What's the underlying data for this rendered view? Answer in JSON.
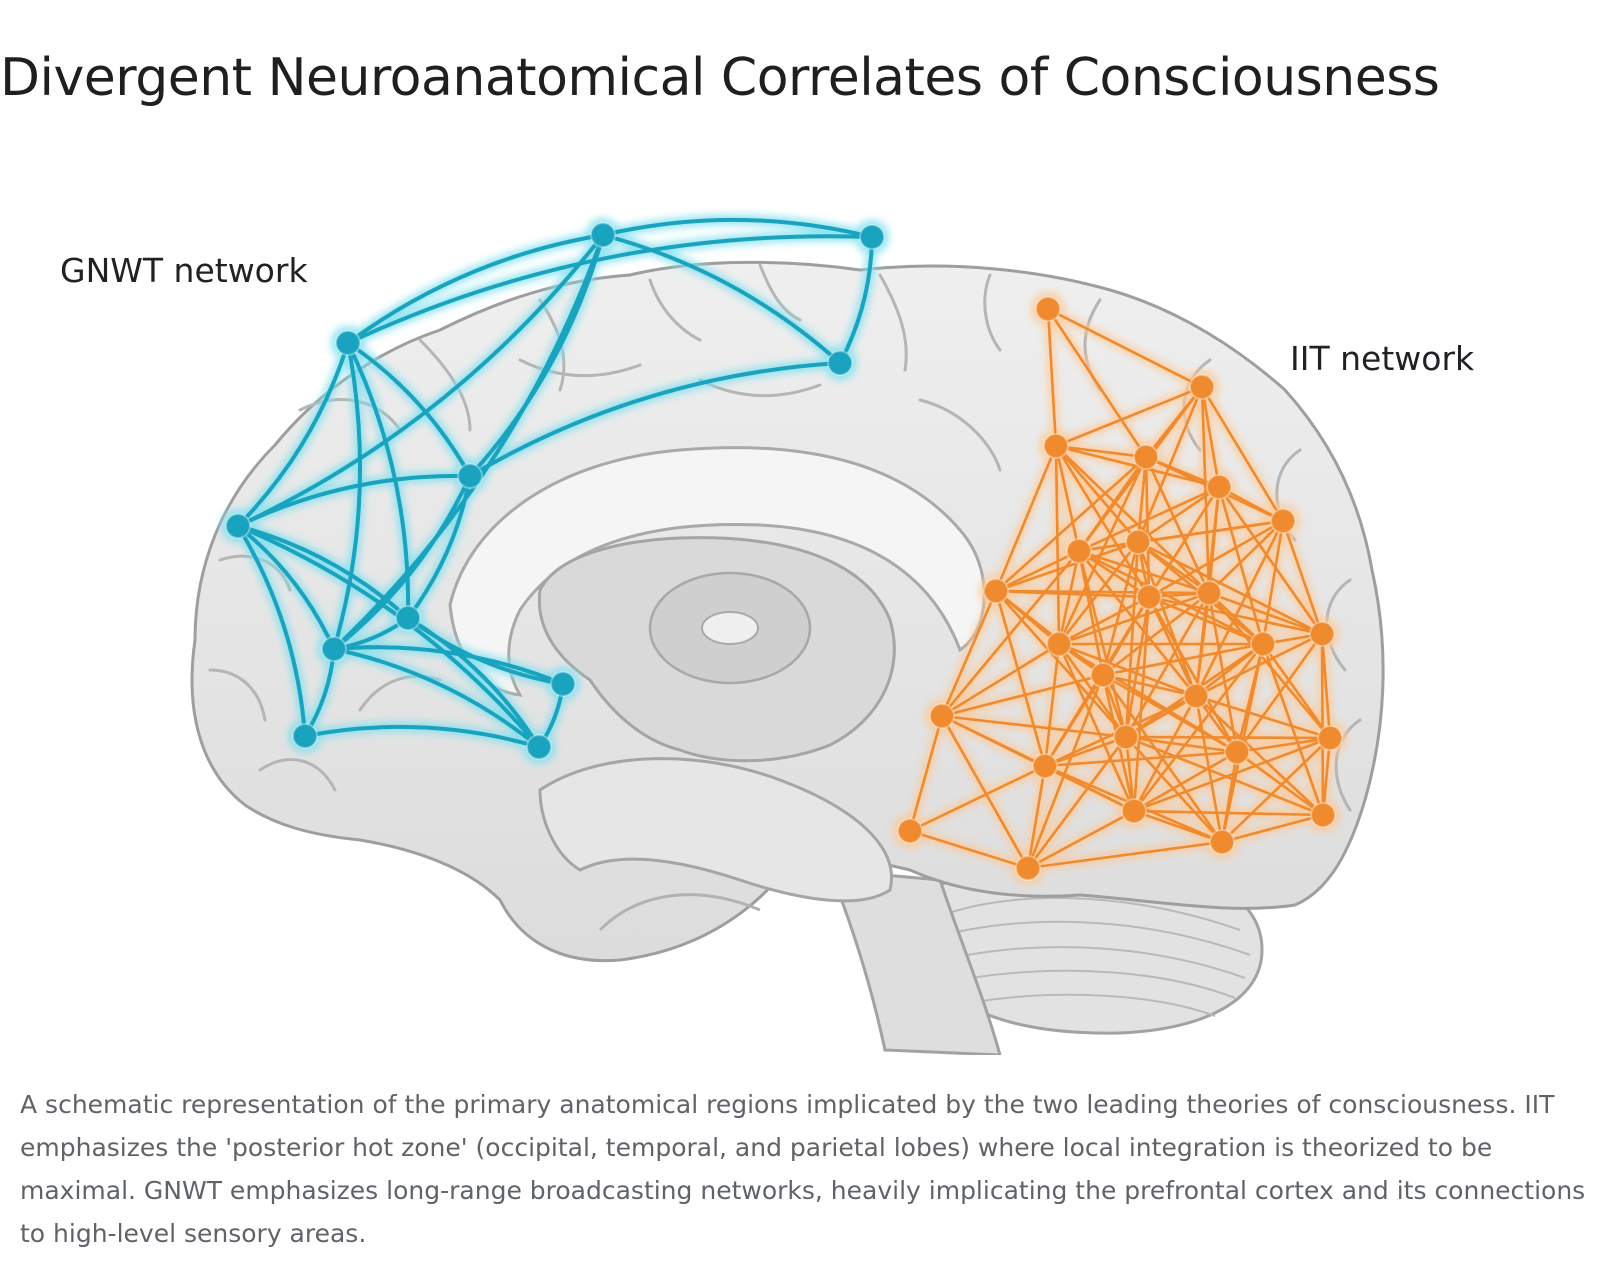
{
  "title": "Divergent Neuroanatomical Correlates of Consciousness",
  "figure": {
    "gnwt_label": "GNWT network",
    "iit_label": "IIT network",
    "gnwt_color": "#1aa3bf",
    "gnwt_glow": "#7fe0ef",
    "iit_color": "#ef8a2e",
    "iit_glow": "#ffc792",
    "brain_fill": "#e4e4e4",
    "brain_stroke": "#9e9e9e"
  },
  "caption": "A schematic representation of the primary anatomical regions implicated by the two leading theories of consciousness. IIT emphasizes the 'posterior hot zone' (occipital, temporal, and parietal lobes) where local integration is theorized to be maximal. GNWT emphasizes long-range broadcasting networks, heavily implicating the prefrontal cortex and its connections to high-level sensory areas."
}
